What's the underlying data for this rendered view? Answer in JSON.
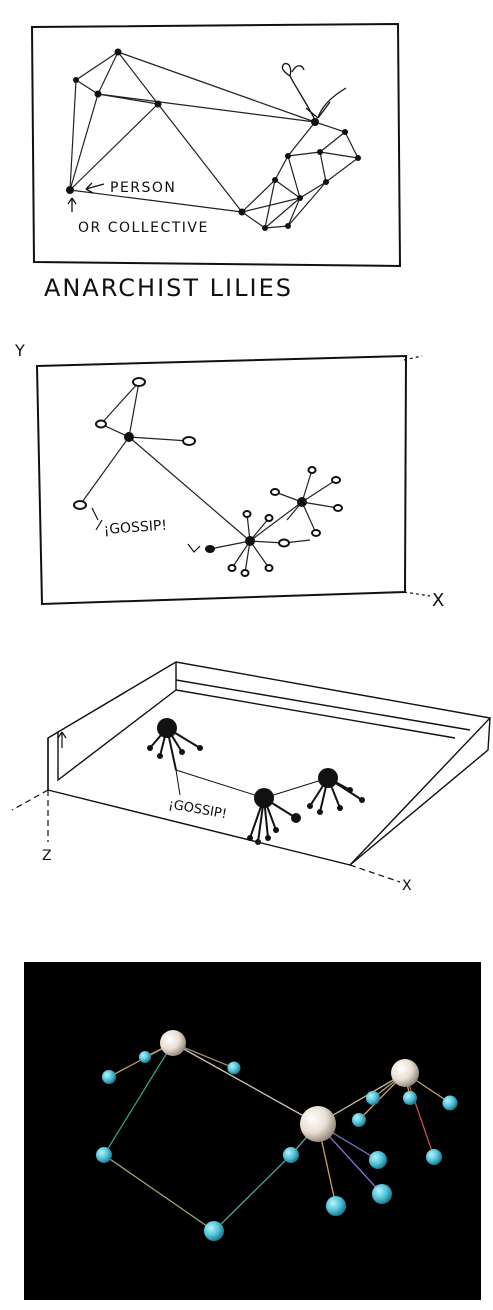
{
  "panel1": {
    "label_person": "PERSON",
    "label_collective": "OR COLLECTIVE",
    "title": "ANARCHIST LILIES"
  },
  "panel2": {
    "axis_y": "Y",
    "axis_x": "X",
    "gossip": "¡GOSSIP!"
  },
  "panel3": {
    "gossip": "¡GOSSIP!",
    "axis_z": "Z",
    "axis_x": "X"
  },
  "panel4": {
    "colors": {
      "background": "#000000",
      "hub": "#eadfd2",
      "leaf": "#4fc3d9"
    }
  }
}
